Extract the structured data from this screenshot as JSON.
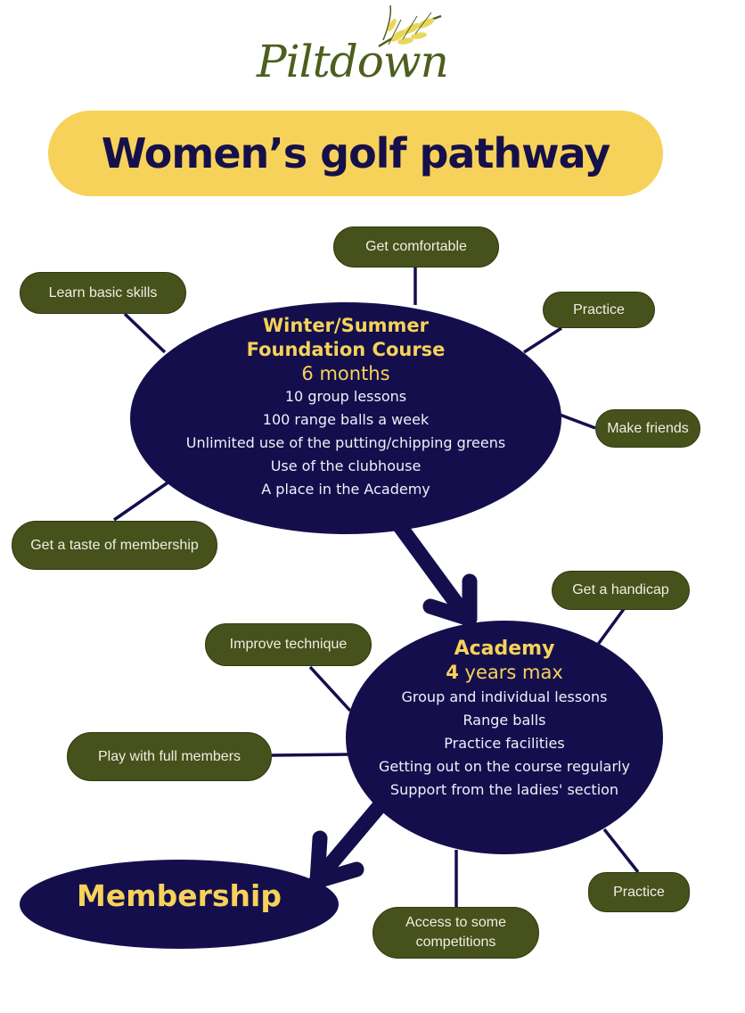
{
  "logo": {
    "text": "Piltdown",
    "icon": "wheat-sprig-icon"
  },
  "title": "Women’s golf pathway",
  "colors": {
    "navy": "#140f4c",
    "olive": "#46511b",
    "yellow": "#f7d25a",
    "logo_green": "#4d5e1f"
  },
  "foundation": {
    "title_line1": "Winter/Summer",
    "title_line2": "Foundation Course",
    "duration": "6 months",
    "items": [
      "10 group lessons",
      "100 range balls a week",
      "Unlimited use of the putting/chipping greens",
      "Use of the clubhouse",
      "A place in the Academy"
    ],
    "benefits": [
      "Get comfortable",
      "Learn basic skills",
      "Practice",
      "Make friends",
      "Get a taste of membership"
    ]
  },
  "academy": {
    "title": "Academy",
    "duration_number": "4",
    "duration_rest": " years max",
    "items": [
      "Group and individual lessons",
      "Range balls",
      "Practice facilities",
      "Getting out on the course regularly",
      "Support from the ladies' section"
    ],
    "benefits": [
      "Get a handicap",
      "Improve technique",
      "Play with full members",
      "Access to some competitions",
      "Practice"
    ]
  },
  "membership": {
    "title": "Membership"
  }
}
